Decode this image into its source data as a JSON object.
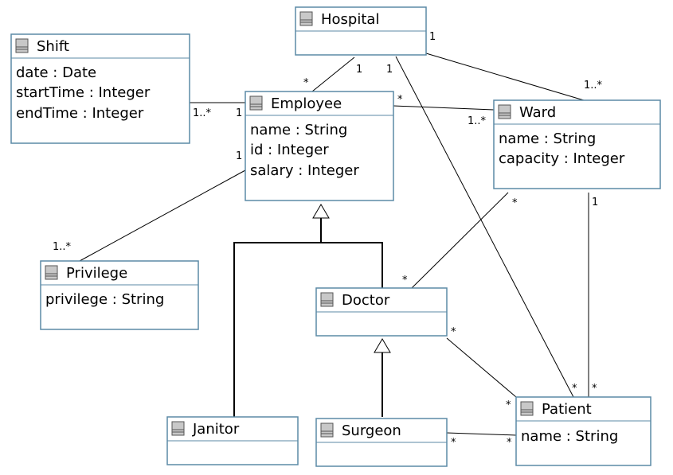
{
  "classes": {
    "hospital": {
      "name": "Hospital",
      "attributes": []
    },
    "shift": {
      "name": "Shift",
      "attributes": [
        "date : Date",
        "startTime : Integer",
        "endTime : Integer"
      ]
    },
    "employee": {
      "name": "Employee",
      "attributes": [
        "name : String",
        "id : Integer",
        "salary : Integer"
      ]
    },
    "ward": {
      "name": "Ward",
      "attributes": [
        "name : String",
        "capacity : Integer"
      ]
    },
    "privilege": {
      "name": "Privilege",
      "attributes": [
        "privilege : String"
      ]
    },
    "doctor": {
      "name": "Doctor",
      "attributes": []
    },
    "janitor": {
      "name": "Janitor",
      "attributes": []
    },
    "surgeon": {
      "name": "Surgeon",
      "attributes": []
    },
    "patient": {
      "name": "Patient",
      "attributes": [
        "name : String"
      ]
    }
  },
  "multiplicities": {
    "hospital_ward_h": "1",
    "hospital_ward_w": "1..*",
    "hospital_employee_h": "1",
    "hospital_employee_e": "*",
    "hospital_patient_h": "1",
    "hospital_patient_p": "*",
    "shift_employee_s": "1..*",
    "shift_employee_e": "1",
    "employee_ward_e": "*",
    "employee_ward_w": "1..*",
    "employee_privilege_e": "1",
    "employee_privilege_p": "1..*",
    "ward_doctor_w": "*",
    "ward_doctor_d": "*",
    "ward_patient_w": "1",
    "ward_patient_p": "*",
    "doctor_patient_d": "*",
    "doctor_patient_p": "*",
    "surgeon_patient_s": "*",
    "surgeon_patient_p": "*"
  },
  "colors": {
    "box_border": "#5b8aa6",
    "icon_fill": "#c8c8c8",
    "line": "#000000"
  }
}
